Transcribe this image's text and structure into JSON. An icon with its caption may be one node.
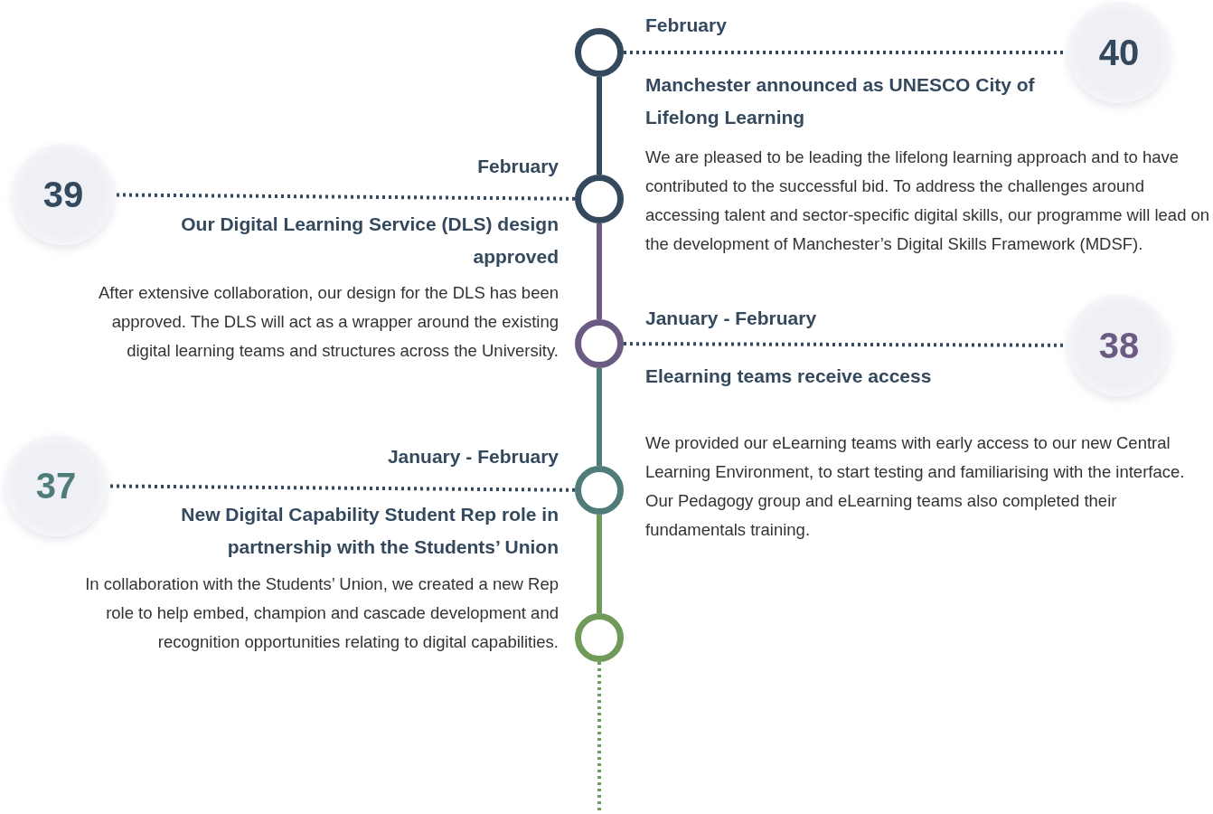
{
  "diagram": {
    "nodes": [
      {
        "text": [],
        "shape": "circle"
      },
      {
        "text": [
          "40"
        ]
      },
      {
        "text": [],
        "shape": "circle"
      },
      {
        "text": [
          "39"
        ]
      },
      {
        "text": [],
        "shape": "circle"
      },
      {
        "text": [
          "38"
        ]
      },
      {
        "text": [],
        "shape": "circle"
      },
      {
        "text": [
          "37"
        ]
      },
      {
        "text": [],
        "shape": "circle"
      }
    ],
    "edges": [
      {
        "from": 0,
        "to": 2,
        "arrow": "none",
        "color": "#34495e"
      },
      {
        "from": 2,
        "to": 4,
        "arrow": "none",
        "color": "#6b5a82"
      },
      {
        "from": 4,
        "to": 6,
        "arrow": "none",
        "color": "#4f7b78"
      },
      {
        "from": 6,
        "to": 8,
        "arrow": "none",
        "color": "#6f9a5a"
      },
      {
        "from": 8,
        "to": null,
        "arrow": "none",
        "style": "dashed",
        "color": "#6f9a5a"
      },
      {
        "from": 0,
        "to": 1,
        "arrow": "none",
        "style": "dashed",
        "color": "#34495e"
      },
      {
        "from": 2,
        "to": 3,
        "arrow": "none",
        "style": "dashed",
        "color": "#34495e"
      },
      {
        "from": 4,
        "to": 5,
        "arrow": "none",
        "style": "dashed",
        "color": "#34495e"
      },
      {
        "from": 6,
        "to": 7,
        "arrow": "none",
        "style": "dashed",
        "color": "#34495e"
      }
    ],
    "labels": [
      "February",
      "Manchester announced as UNESCO City of Lifelong Learning",
      "We are pleased to be leading the lifelong learning approach and to have contributed to the successful bid. To address the challenges around accessing talent and sector-specific digital skills, our programme will lead on the development of Manchester’s Digital Skills Framework (MDSF).",
      "February",
      "Our Digital Learning Service (DLS) design approved",
      "After extensive collaboration, our design for the DLS has been approved. The DLS will act as a wrapper around the existing digital learning teams and structures across the University.",
      "January - February",
      "Elearning teams receive access",
      "We provided our eLearning teams with early access to our new Central Learning Environment, to start testing and familiarising with the interface. Our Pedagogy group and eLearning teams also completed their fundamentals training.",
      "January - February",
      "New Digital Capability Student Rep role in partnership with the Students’ Union",
      "In collaboration with the Students’ Union, we created a new Rep role to help embed, champion and cascade development and recognition opportunities relating to digital capabilities."
    ]
  }
}
